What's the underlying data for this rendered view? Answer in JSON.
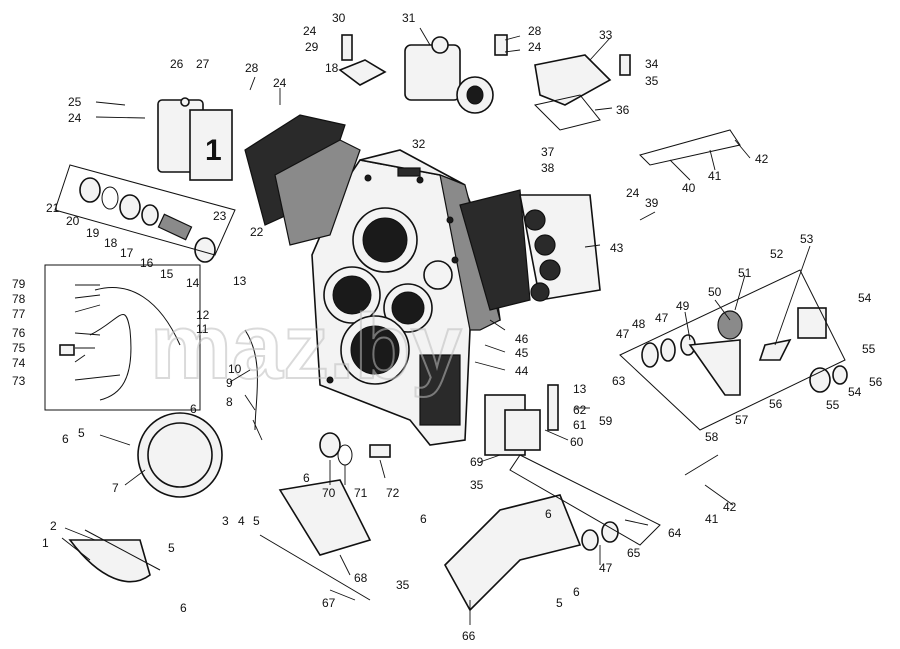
{
  "diagram": {
    "watermark": "mаz.by",
    "labels": [
      "1",
      "2",
      "3",
      "4",
      "5",
      "5",
      "5",
      "5",
      "6",
      "6",
      "6",
      "6",
      "6",
      "6",
      "6",
      "7",
      "8",
      "9",
      "10",
      "11",
      "12",
      "13",
      "13",
      "14",
      "15",
      "16",
      "17",
      "18",
      "18",
      "19",
      "20",
      "21",
      "22",
      "23",
      "24",
      "24",
      "24",
      "24",
      "24",
      "25",
      "26",
      "27",
      "28",
      "28",
      "29",
      "30",
      "31",
      "32",
      "33",
      "34",
      "35",
      "35",
      "35",
      "36",
      "37",
      "38",
      "39",
      "40",
      "41",
      "41",
      "42",
      "42",
      "43",
      "44",
      "45",
      "46",
      "47",
      "47",
      "47",
      "48",
      "49",
      "50",
      "51",
      "52",
      "53",
      "54",
      "54",
      "55",
      "55",
      "56",
      "56",
      "57",
      "58",
      "59",
      "60",
      "61",
      "62",
      "63",
      "64",
      "65",
      "66",
      "67",
      "68",
      "69",
      "70",
      "71",
      "72",
      "73",
      "74",
      "75",
      "76",
      "77",
      "78",
      "79"
    ]
  }
}
